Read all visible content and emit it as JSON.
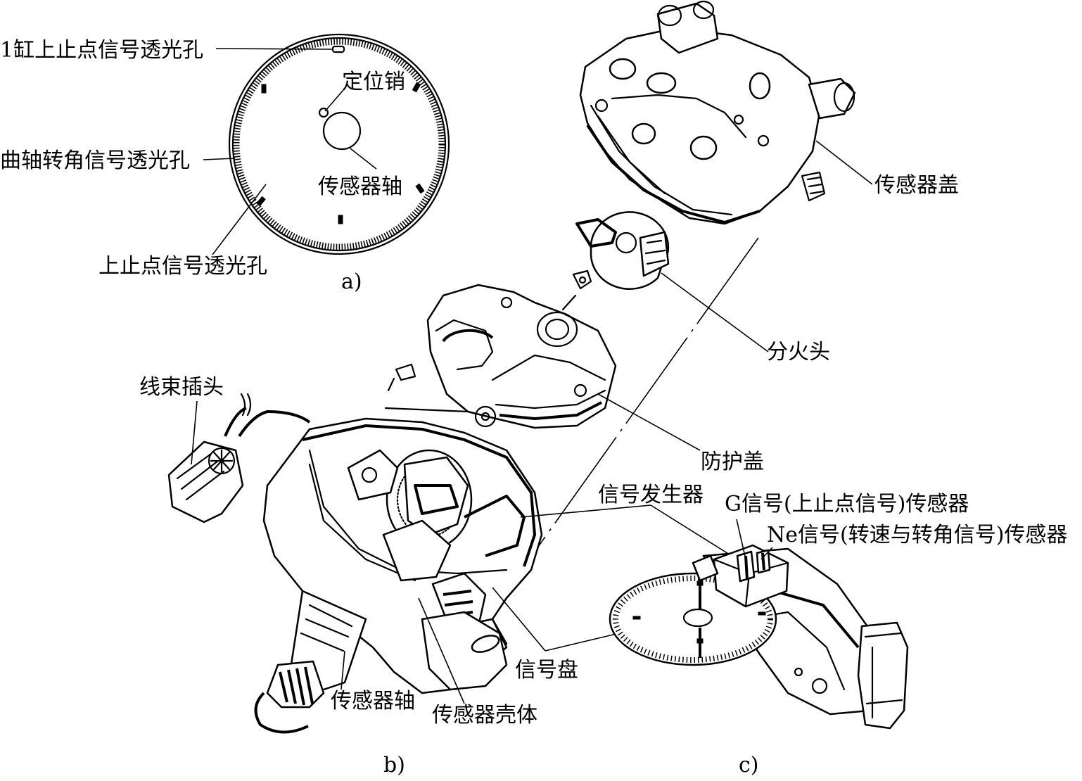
{
  "figure": {
    "panels": {
      "a": "a)",
      "b": "b)",
      "c": "c)"
    },
    "labels": {
      "tdc_cyl1_slot": "1缸上止点信号透光孔",
      "locating_pin": "定位销",
      "crank_angle_slots": "曲轴转角信号透光孔",
      "sensor_shaft_a": "传感器轴",
      "tdc_slots": "上止点信号透光孔",
      "sensor_cover": "传感器盖",
      "rotor": "分火头",
      "harness_plug": "线束插头",
      "protective_cover": "防护盖",
      "signal_generator": "信号发生器",
      "g_sensor": "G信号(上止点信号)传感器",
      "ne_sensor": "Ne信号(转速与转角信号)传感器",
      "signal_disc": "信号盘",
      "sensor_shaft_b": "传感器轴",
      "sensor_housing": "传感器壳体"
    }
  }
}
